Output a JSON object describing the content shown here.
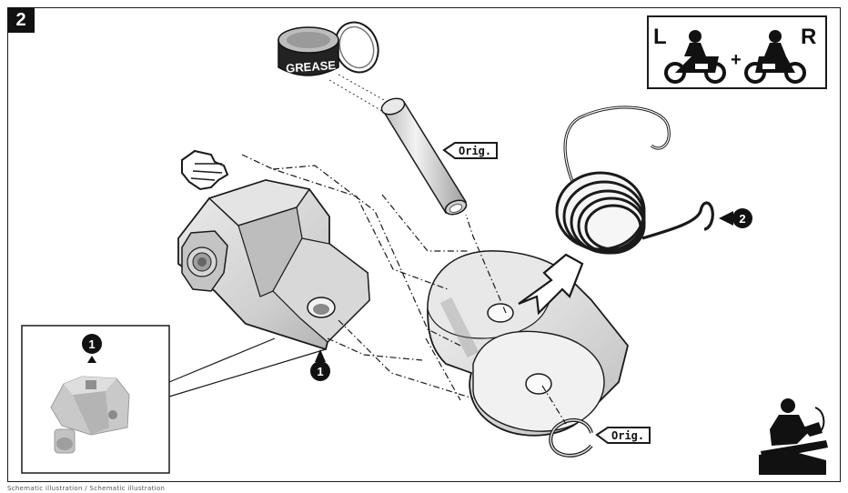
{
  "step": {
    "number": "2"
  },
  "grease": {
    "label": "GREASE"
  },
  "callouts": {
    "orig_pin": "Orig.",
    "orig_clip": "Orig.",
    "marker_1_inset": "1",
    "marker_1_part": "1",
    "marker_2_spring": "2"
  },
  "side_indicator": {
    "left": "L",
    "plus": "+",
    "right": "R"
  },
  "footer": {
    "text": "Schematic illustration / Schematic illustration"
  },
  "colors": {
    "part_fill": "#cfcfcf",
    "part_light": "#e6e6e6",
    "part_dark": "#8d8d8d",
    "outline": "#1a1a1a"
  }
}
